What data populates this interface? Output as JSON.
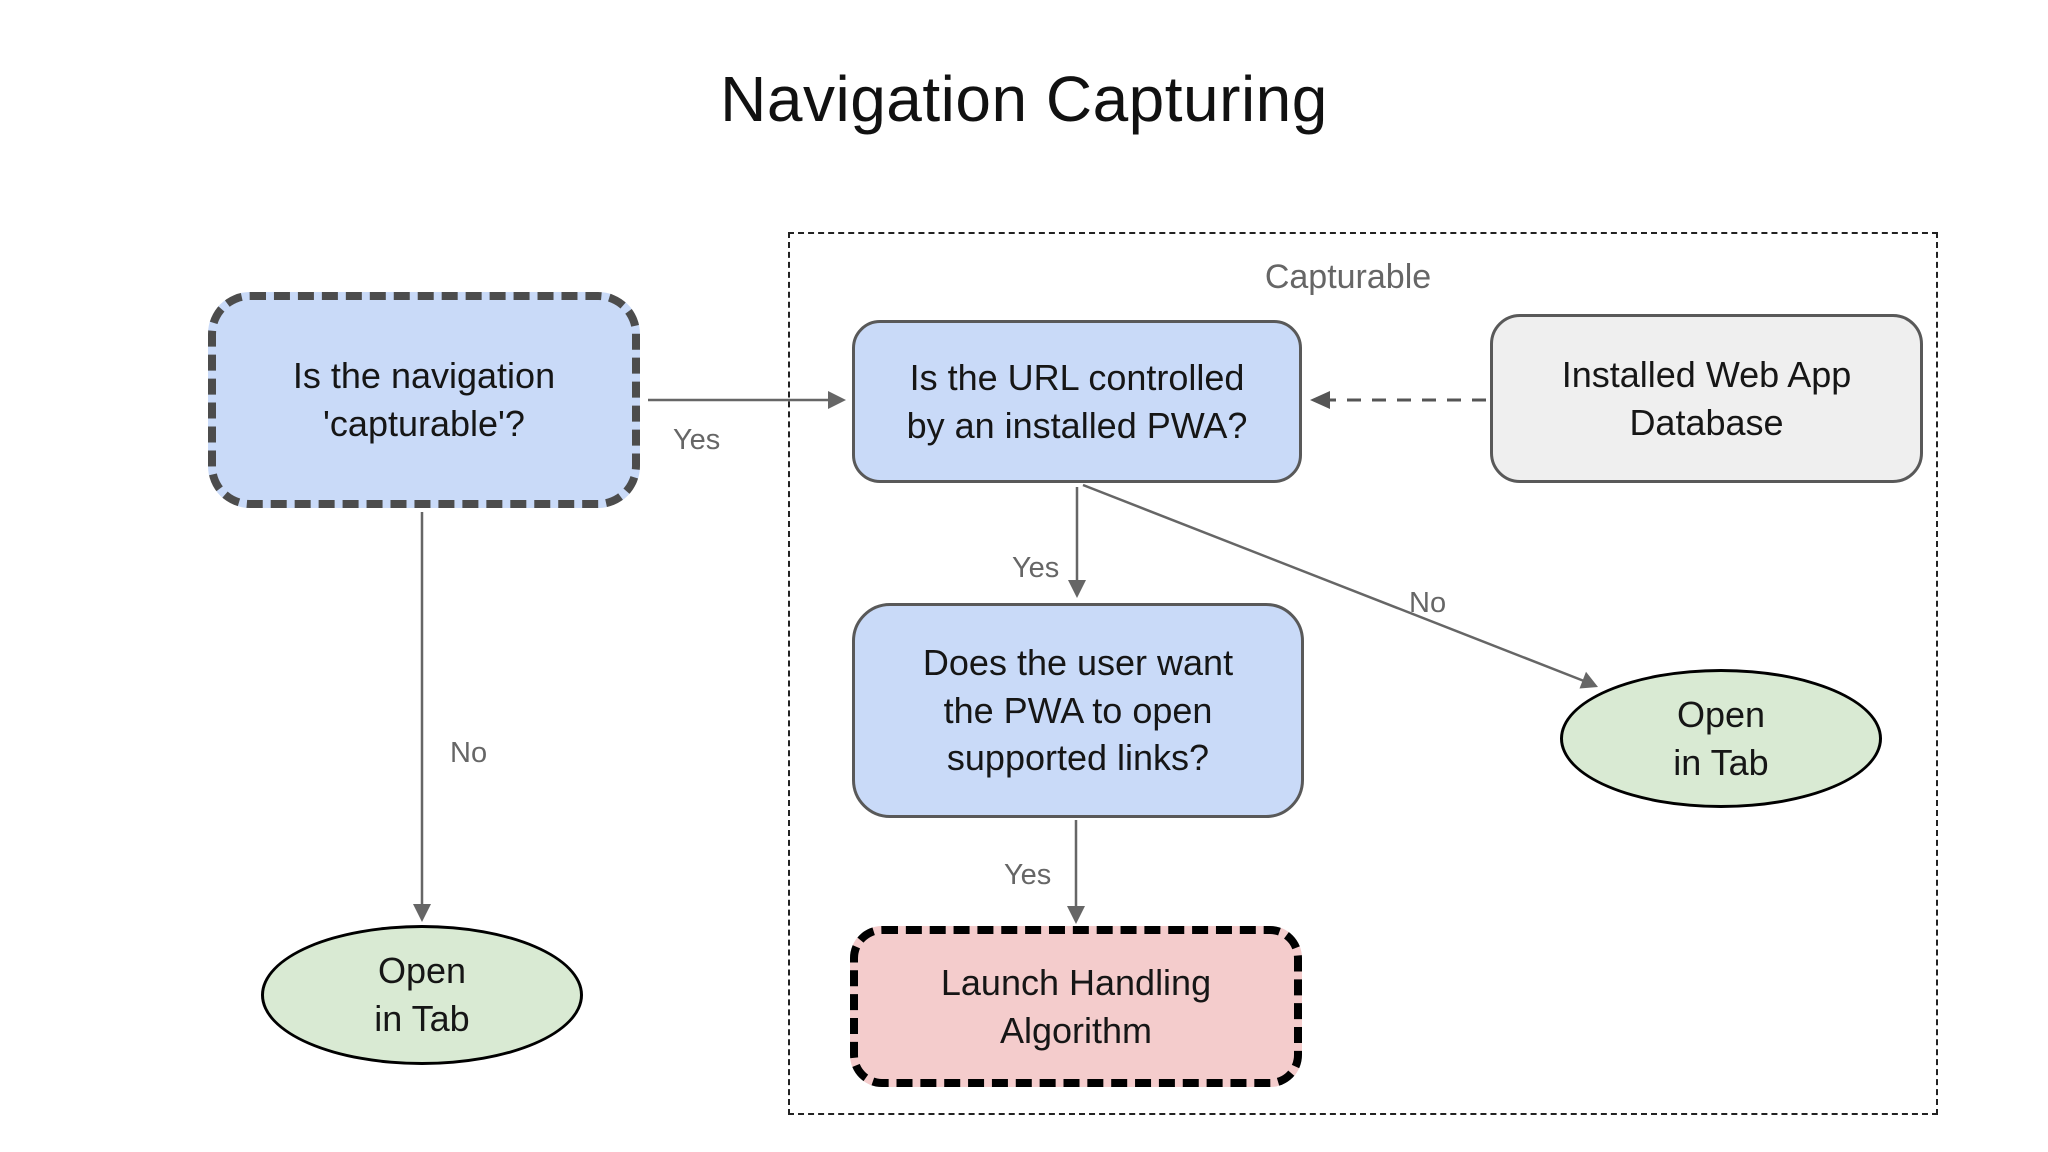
{
  "title": "Navigation Capturing",
  "group": {
    "label": "Capturable"
  },
  "nodes": {
    "capturable_question": {
      "lines": [
        "Is the navigation",
        "'capturable'?"
      ],
      "shape": "rounded-rect-dashed",
      "fill": "#c9daf8"
    },
    "url_question": {
      "lines": [
        "Is the URL controlled",
        "by an installed PWA?"
      ],
      "shape": "rounded-rect",
      "fill": "#c9daf8"
    },
    "web_app_database": {
      "lines": [
        "Installed Web App",
        "Database"
      ],
      "shape": "rounded-rect",
      "fill": "#efefef"
    },
    "user_want_question": {
      "lines": [
        "Does the user want",
        "the PWA to open",
        "supported links?"
      ],
      "shape": "rounded-rect",
      "fill": "#c9daf8"
    },
    "launch_handling": {
      "lines": [
        "Launch Handling",
        "Algorithm"
      ],
      "shape": "rounded-rect-dashed",
      "fill": "#f4cccc"
    },
    "open_in_tab_left": {
      "lines": [
        "Open",
        "in Tab"
      ],
      "shape": "ellipse",
      "fill": "#d9ead3"
    },
    "open_in_tab_right": {
      "lines": [
        "Open",
        "in Tab"
      ],
      "shape": "ellipse",
      "fill": "#d9ead3"
    }
  },
  "edges": {
    "capturable_yes": {
      "label": "Yes"
    },
    "capturable_no": {
      "label": "No"
    },
    "url_yes": {
      "label": "Yes"
    },
    "url_no": {
      "label": "No"
    },
    "links_yes": {
      "label": "Yes"
    }
  },
  "colors": {
    "node_blue": "#c9daf8",
    "node_green": "#d9ead3",
    "node_pink": "#f4cccc",
    "node_gray": "#efefef",
    "border_gray": "#595959",
    "border_dark_dash": "#4c4c4c",
    "border_black": "#000000",
    "arrow": "#666666",
    "label_gray": "#666666",
    "title_text": "#111111",
    "background": "#ffffff"
  }
}
